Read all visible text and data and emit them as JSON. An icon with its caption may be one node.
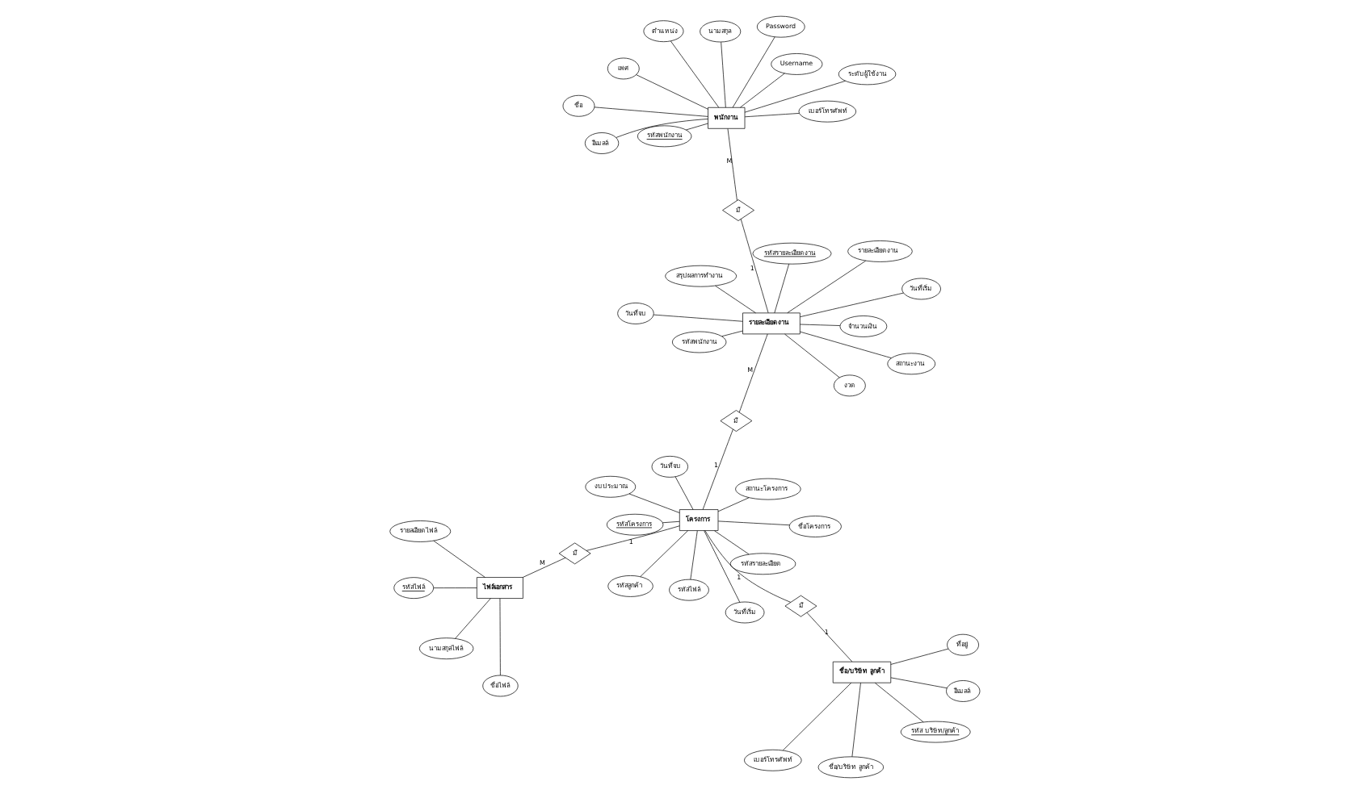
{
  "diagram": {
    "nodes": [
      {
        "text": [
          "รหัสโครงการ"
        ]
      },
      {
        "text": [
          "ชื่อโครงการ"
        ]
      },
      {
        "text": [
          "วันที่เริ่ม"
        ]
      },
      {
        "text": [
          "วันที่จบ"
        ]
      },
      {
        "text": [
          "สถานะโครงการ"
        ]
      },
      {
        "text": [
          "งบประมาณ"
        ]
      },
      {
        "text": [
          "รหัสลูกค้า"
        ]
      },
      {
        "text": [
          "รหัสรายละเอียด"
        ]
      },
      {
        "text": [
          "รหัสไฟล์"
        ]
      },
      {
        "text": [
          "รหัส บริษัท/ลูกค้า"
        ]
      },
      {
        "text": [
          "ชื่อ/บริษัท ลูกค้า"
        ]
      },
      {
        "text": [
          "เบอร์โทรศัพท์"
        ]
      },
      {
        "text": [
          "อีเมลล์"
        ]
      },
      {
        "text": [
          "ที่อยู่"
        ]
      },
      {
        "text": [
          "ชื่อ/บริษัท ลูกค้า"
        ]
      },
      {
        "text": [
          "มี"
        ]
      },
      {
        "text": [
          "โครงการ"
        ]
      },
      {
        "text": [
          "มี"
        ]
      },
      {
        "text": [
          "ไฟล์เอกสาร"
        ]
      },
      {
        "text": [
          "รหัสไฟล์"
        ]
      },
      {
        "text": [
          "ชื่อไฟล์"
        ]
      },
      {
        "text": [
          "นามสกุลไฟล์"
        ]
      },
      {
        "text": [
          "รายลเอียดไฟล์"
        ]
      },
      {
        "text": [
          "มี"
        ]
      },
      {
        "text": [
          "รหัสรายละเอียดงาน"
        ]
      },
      {
        "text": [
          "งวด"
        ]
      },
      {
        "text": [
          "วันที่เริ่ม"
        ]
      },
      {
        "text": [
          "วันที่จบ"
        ]
      },
      {
        "text": [
          "รายละเอียดงาน"
        ]
      },
      {
        "text": [
          "สถานะงาน"
        ]
      },
      {
        "text": [
          "รายละเอียดงาน"
        ]
      },
      {
        "text": [
          "จำนวนเงิน"
        ]
      },
      {
        "text": [
          "รหัสพนักงาน"
        ]
      },
      {
        "text": [
          "สรุปผลการทำงาน"
        ]
      },
      {
        "text": [
          "มี"
        ]
      },
      {
        "text": [
          "รหัสพนักงาน"
        ]
      },
      {
        "text": [
          "Username"
        ]
      },
      {
        "text": [
          "Password"
        ]
      },
      {
        "text": [
          "พนักงาน"
        ]
      },
      {
        "text": [
          "ชื่อ"
        ]
      },
      {
        "text": [
          "นามสกุล"
        ]
      },
      {
        "text": [
          "ตำแหน่ง"
        ]
      },
      {
        "text": [
          "เพศ"
        ]
      },
      {
        "text": [
          "ระดับผู้ใช้งาน"
        ]
      },
      {
        "text": [
          "เบอร์โทรศัพท์"
        ]
      },
      {
        "text": [
          "อีเมลล์"
        ]
      }
    ],
    "edges": [
      {
        "from": 0,
        "to": 16,
        "arrow": "none"
      },
      {
        "from": 1,
        "to": 16,
        "arrow": "none"
      },
      {
        "from": 2,
        "to": 16,
        "arrow": "none"
      },
      {
        "from": 3,
        "to": 16,
        "arrow": "none"
      },
      {
        "from": 4,
        "to": 16,
        "arrow": "none"
      },
      {
        "from": 5,
        "to": 16,
        "arrow": "none"
      },
      {
        "from": 6,
        "to": 16,
        "arrow": "none"
      },
      {
        "from": 7,
        "to": 16,
        "arrow": "none"
      },
      {
        "from": 8,
        "to": 16,
        "arrow": "none"
      },
      {
        "from": 9,
        "to": 14,
        "arrow": "none"
      },
      {
        "from": 10,
        "to": 14,
        "arrow": "none"
      },
      {
        "from": 11,
        "to": 14,
        "arrow": "none"
      },
      {
        "from": 12,
        "to": 14,
        "arrow": "none"
      },
      {
        "from": 13,
        "to": 14,
        "arrow": "none"
      },
      {
        "from": 14,
        "to": 15,
        "arrow": "none",
        "label": "1"
      },
      {
        "from": 15,
        "to": 16,
        "arrow": "none",
        "label": "1"
      },
      {
        "from": 16,
        "to": 17,
        "arrow": "none",
        "label": "1"
      },
      {
        "from": 17,
        "to": 18,
        "arrow": "none",
        "label": "M"
      },
      {
        "from": 18,
        "to": 19,
        "arrow": "none"
      },
      {
        "from": 18,
        "to": 20,
        "arrow": "none"
      },
      {
        "from": 18,
        "to": 21,
        "arrow": "none"
      },
      {
        "from": 18,
        "to": 22,
        "arrow": "none"
      },
      {
        "from": 16,
        "to": 23,
        "arrow": "none",
        "label": "1"
      },
      {
        "from": 23,
        "to": 28,
        "arrow": "none",
        "label": "M"
      },
      {
        "from": 24,
        "to": 28,
        "arrow": "none"
      },
      {
        "from": 25,
        "to": 28,
        "arrow": "none"
      },
      {
        "from": 26,
        "to": 28,
        "arrow": "none"
      },
      {
        "from": 27,
        "to": 28,
        "arrow": "none"
      },
      {
        "from": 28,
        "to": 29,
        "arrow": "none"
      },
      {
        "from": 28,
        "to": 30,
        "arrow": "none"
      },
      {
        "from": 28,
        "to": 31,
        "arrow": "none"
      },
      {
        "from": 28,
        "to": 32,
        "arrow": "none"
      },
      {
        "from": 28,
        "to": 33,
        "arrow": "none"
      },
      {
        "from": 28,
        "to": 34,
        "arrow": "none",
        "label": "1"
      },
      {
        "from": 34,
        "to": 38,
        "arrow": "none",
        "label": "M"
      },
      {
        "from": 35,
        "to": 38,
        "arrow": "none"
      },
      {
        "from": 36,
        "to": 38,
        "arrow": "none"
      },
      {
        "from": 37,
        "to": 38,
        "arrow": "none"
      },
      {
        "from": 38,
        "to": 39,
        "arrow": "none"
      },
      {
        "from": 38,
        "to": 40,
        "arrow": "none"
      },
      {
        "from": 38,
        "to": 41,
        "arrow": "none"
      },
      {
        "from": 38,
        "to": 42,
        "arrow": "none"
      },
      {
        "from": 38,
        "to": 43,
        "arrow": "none"
      },
      {
        "from": 38,
        "to": 44,
        "arrow": "none"
      },
      {
        "from": 38,
        "to": 45,
        "arrow": "none"
      }
    ]
  }
}
